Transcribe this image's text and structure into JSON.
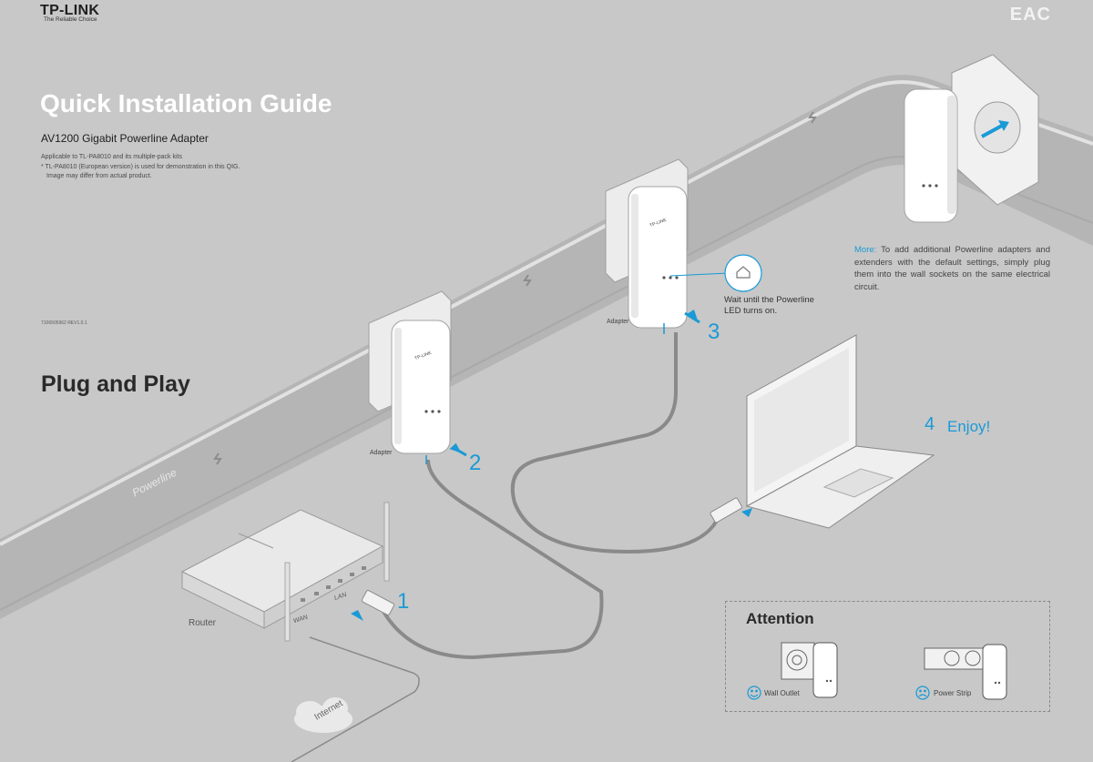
{
  "brand": {
    "name": "TP-LINK",
    "tagline": "The Reliable Choice",
    "certification": "EAC"
  },
  "guide": {
    "title": "Quick Installation Guide",
    "product": "AV1200 Gigabit Powerline Adapter",
    "applicable": "Applicable to TL-PA8010 and its multiple-pack kits",
    "note_line1": "* TL-PA8010 (European version) is used for demonstration in this QIG.",
    "note_line2": "Image may differ from actual product.",
    "doc_number": "7106505962   REV1.0.1"
  },
  "section": {
    "title": "Plug and Play"
  },
  "diagram": {
    "powerline_label": "Powerline",
    "router_label": "Router",
    "wan_label": "WAN",
    "lan_label": "LAN",
    "internet_label": "Internet",
    "adapter1_label": "Adapter",
    "adapter2_label": "Adapter",
    "adapter_brand": "TP-LINK",
    "step1": "1",
    "step2": "2",
    "step3": "3",
    "step4": "4",
    "enjoy": "Enjoy!",
    "wait_line1": "Wait until the Powerline",
    "wait_line2": "LED turns on.",
    "accent_color": "#1a9ad6"
  },
  "more": {
    "label": "More:",
    "text": "To add additional Powerline adapters and extenders with the default settings, simply plug them into the wall sockets on the same electrical circuit."
  },
  "attention": {
    "title": "Attention",
    "wall_outlet": "Wall Outlet",
    "power_strip": "Power Strip",
    "good_icon": "smiley-face-icon",
    "bad_icon": "sad-face-icon"
  }
}
